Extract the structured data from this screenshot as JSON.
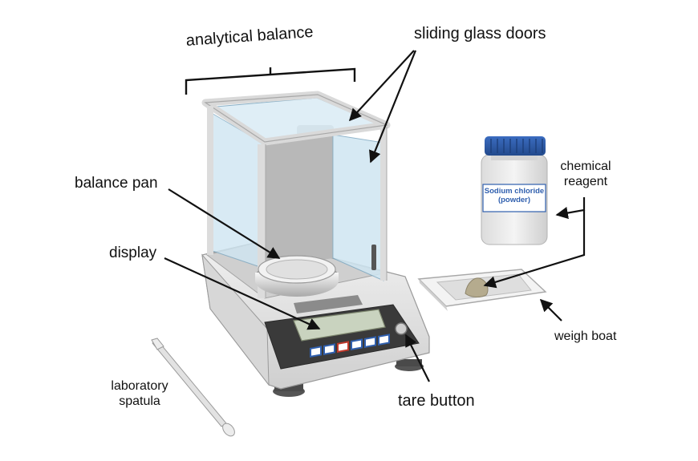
{
  "labels": {
    "analytical_balance": "analytical balance",
    "sliding_glass_doors": "sliding glass doors",
    "balance_pan": "balance pan",
    "display": "display",
    "chemical_reagent_line1": "chemical",
    "chemical_reagent_line2": "reagent",
    "weigh_boat": "weigh boat",
    "laboratory_spatula_line1": "laboratory",
    "laboratory_spatula_line2": "spatula",
    "tare_button": "tare button"
  },
  "jar_label": {
    "line1": "Sodium chloride",
    "line2": "(powder)"
  },
  "colors": {
    "jar_cap": "#2f5fae",
    "jar_label_text": "#2f5fae",
    "glass": "#cfe6f2",
    "balance_body": "#e6e6e6",
    "control_panel": "#3a3a3a",
    "display_screen": "#c9d3bf",
    "keypad_buttons": [
      "#2f5fae",
      "#2f5fae",
      "#c0392b",
      "#2f5fae",
      "#2f5fae",
      "#2f5fae"
    ]
  }
}
